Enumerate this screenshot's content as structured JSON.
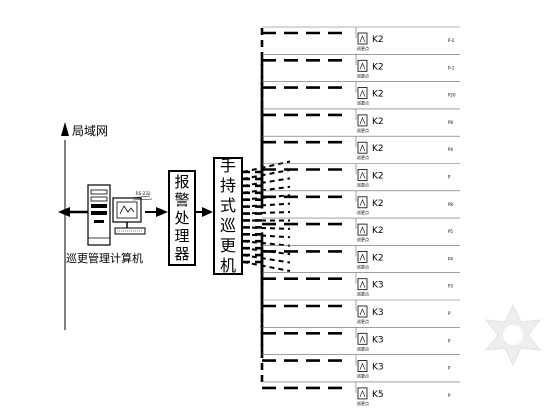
{
  "lan_label": "局域网",
  "alarm_processor": {
    "chars": [
      "报",
      "警",
      "处",
      "理",
      "器"
    ]
  },
  "handheld": {
    "chars": [
      "手",
      "持",
      "式",
      "巡",
      "更",
      "机"
    ]
  },
  "computer_label": "巡更管理计算机",
  "stations": [
    {
      "label": "K2",
      "side": "P-2",
      "tag": "巡更点"
    },
    {
      "label": "K2",
      "side": "P-1",
      "tag": "巡更点"
    },
    {
      "label": "K2",
      "side": "P20",
      "tag": "巡更点"
    },
    {
      "label": "K2",
      "side": "P8",
      "tag": "巡更点"
    },
    {
      "label": "K2",
      "side": "P4",
      "tag": "巡更点"
    },
    {
      "label": "K2",
      "side": "P",
      "tag": "巡更点"
    },
    {
      "label": "K2",
      "side": "P8",
      "tag": "巡更点"
    },
    {
      "label": "K2",
      "side": "P5",
      "tag": "巡更点"
    },
    {
      "label": "K2",
      "side": "P4",
      "tag": "巡更点"
    },
    {
      "label": "K3",
      "side": "P3",
      "tag": "巡更点"
    },
    {
      "label": "K3",
      "side": "P",
      "tag": "巡更点"
    },
    {
      "label": "K3",
      "side": "P",
      "tag": "巡更点"
    },
    {
      "label": "K3",
      "side": "P",
      "tag": "巡更点"
    },
    {
      "label": "K5",
      "side": "P",
      "tag": "巡更点"
    }
  ],
  "colors": {
    "line": "#000000",
    "thin_line": "#555555"
  }
}
